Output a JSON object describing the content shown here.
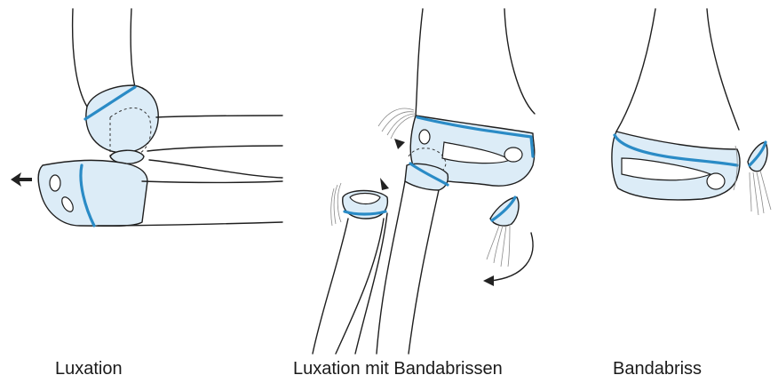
{
  "captions": {
    "left": "Luxation",
    "middle": "Luxation mit Bandabrissen",
    "right": "Bandabriss"
  },
  "colors": {
    "cartilage": "#2a8bc6",
    "bone_fill": "#dcecf7",
    "outline": "#1f1f1f"
  }
}
